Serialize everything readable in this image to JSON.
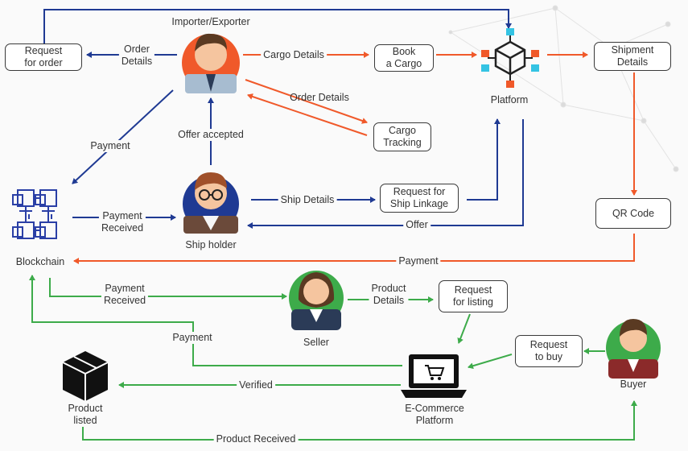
{
  "actors": {
    "importer": "Importer/Exporter",
    "platform": "Platform",
    "ship_holder": "Ship holder",
    "blockchain": "Blockchain",
    "seller": "Seller",
    "buyer": "Buyer",
    "product_listed": "Product\nlisted",
    "ecommerce": "E-Commerce\nPlatform"
  },
  "boxes": {
    "request_for_order": "Request\nfor order",
    "book_cargo": "Book\na Cargo",
    "shipment_details": "Shipment\nDetails",
    "cargo_tracking": "Cargo\nTracking",
    "request_ship_linkage": "Request for\nShip Linkage",
    "qr_code": "QR Code",
    "request_listing": "Request\nfor listing",
    "request_buy": "Request\nto buy"
  },
  "edges": {
    "order_details_left": "Order\nDetails",
    "cargo_details": "Cargo Details",
    "order_details_right": "Order Details",
    "payment_top": "Payment",
    "offer_accepted": "Offer accepted",
    "payment_received_top": "Payment\nReceived",
    "ship_details": "Ship Details",
    "offer": "Offer",
    "payment_mid": "Payment",
    "payment_received_bottom": "Payment\nReceived",
    "product_details": "Product\nDetails",
    "payment_bottom": "Payment",
    "verified": "Verified",
    "product_received": "Product Received"
  },
  "colors": {
    "blue": "#1f3a93",
    "orange": "#f0592a",
    "green": "#3dab4a",
    "skin": "#f5c59f",
    "hair": "#5a3a22"
  }
}
